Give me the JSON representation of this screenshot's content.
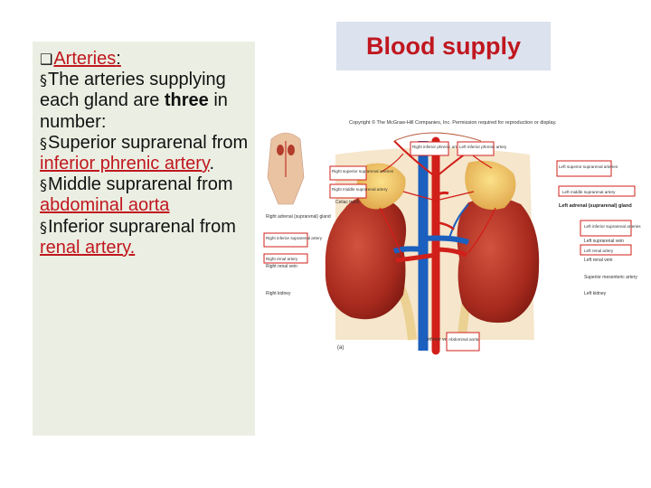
{
  "slide": {
    "title": "Blood supply",
    "content": {
      "heading": "Arteries",
      "heading_colon": ":",
      "p1_text": "The arteries supplying each gland are ",
      "p1_bold": "three",
      "p1_end": " in number:",
      "p2_text": "Superior suprarenal from ",
      "p2_red": "inferior phrenic artery",
      "p2_end": ".",
      "p3_text": "Middle suprarenal from",
      "p3_red": " abdominal aorta",
      "p4_text": "Inferior suprarenal from",
      "p4_red": " renal artery."
    }
  },
  "figure": {
    "copyright": "Copyright © The McGraw-Hill Companies, Inc. Permission required for reproduction or display.",
    "labels": {
      "right_inferior_phrenic": "Right inferior phrenic artery",
      "left_inferior_phrenic": "Left inferior phrenic artery",
      "right_superior_supr": "Right superior suprarenal arteries",
      "right_middle_supr": "Right middle suprarenal artery",
      "celiac_trunk": "Celiac trunk",
      "right_adrenal_gland": "Right adrenal (suprarenal) gland",
      "right_inferior_supr": "Right inferior suprarenal artery",
      "right_renal_artery": "Right renal artery",
      "right_renal_vein": "Right renal vein",
      "right_kidney": "Right kidney",
      "left_superior_supr": "Left superior suprarenal arteries",
      "left_middle_supr": "Left middle suprarenal artery",
      "left_adrenal_gland": "Left adrenal (suprarenal) gland",
      "left_inferior_supr": "Left inferior suprarenal arteries",
      "left_supr_vein": "Left suprarenal vein",
      "left_renal_artery": "Left renal artery",
      "left_renal_vein": "Left renal vein",
      "superior_mesenteric": "Superior mesenteric artery",
      "left_kidney": "Left kidney",
      "inferior_vena_cava": "Inferior vena cava",
      "abdominal_aorta": "Abdominal aorta",
      "panel_letter": "(a)"
    }
  }
}
